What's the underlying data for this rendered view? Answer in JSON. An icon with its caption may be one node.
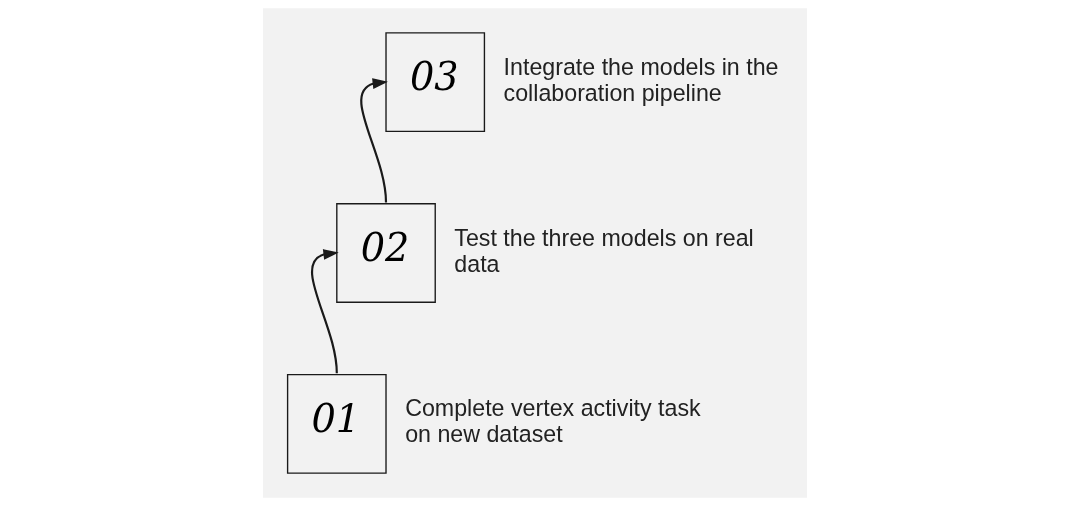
{
  "diagram": {
    "nodes": [
      {
        "text": [
          "01"
        ],
        "beside": [
          "Complete vertex activity task on new dataset"
        ]
      },
      {
        "text": [
          "02"
        ],
        "beside": [
          "Test the three models on real data"
        ]
      },
      {
        "text": [
          "03"
        ],
        "beside": [
          "Integrate the models in the collaboration pipeline"
        ]
      }
    ],
    "edges": [
      {
        "from": 0,
        "to": 1,
        "arrow": "to"
      },
      {
        "from": 1,
        "to": 2,
        "arrow": "to"
      }
    ]
  }
}
